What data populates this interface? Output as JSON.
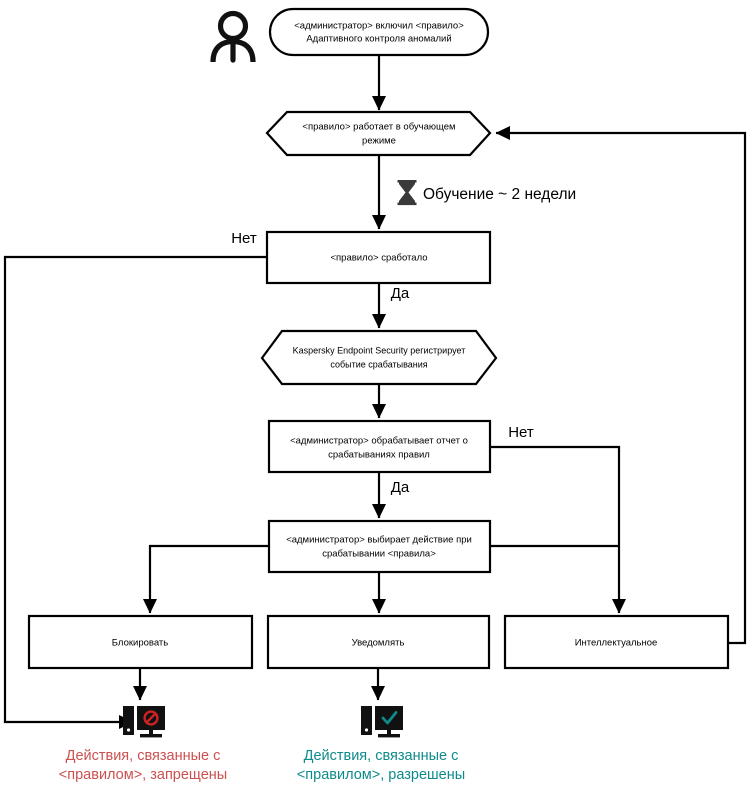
{
  "diagram": {
    "title": "Adaptive Anomaly Control rule workflow",
    "colors": {
      "stroke": "#000000",
      "background": "#ffffff",
      "denied": "#cc5050",
      "allowed": "#0d8b8b"
    },
    "actor": {
      "icon": "person-icon"
    },
    "nodes": {
      "start": {
        "shape": "rounded",
        "line1": "<администратор> включил <правило>",
        "line2": "Адаптивного контроля аномалий"
      },
      "learning_mode": {
        "shape": "hexagon",
        "line1": "<правило>  работает в обучающем",
        "line2": "режиме"
      },
      "rule_triggered": {
        "shape": "rect",
        "line1": "<правило> сработало"
      },
      "kes_registers": {
        "shape": "hexagon",
        "line1": "Kaspersky Endpoint Security регистрирует",
        "line2": "событие срабатывания"
      },
      "admin_processes_report": {
        "shape": "rect",
        "line1": "<администратор> обрабатывает отчет о",
        "line2": "срабатываниях правил"
      },
      "admin_selects_action": {
        "shape": "rect",
        "line1": "<администратор> выбирает действие при",
        "line2": "срабатывании <правила>"
      },
      "block": {
        "shape": "rect",
        "line1": "Блокировать"
      },
      "notify": {
        "shape": "rect",
        "line1": "Уведомлять"
      },
      "smart": {
        "shape": "rect",
        "line1": "Интеллектуальное"
      }
    },
    "edge_labels": {
      "no_from_triggered": "Нет",
      "yes_from_triggered": "Да",
      "no_from_report": "Нет",
      "yes_from_report": "Да"
    },
    "notes": {
      "learning_duration": "Обучение ~ 2 недели",
      "learning_duration_icon": "hourglass-icon"
    },
    "outcomes": {
      "denied": {
        "icon": "monitor-blocked-icon",
        "line1": "Действия, связанные с",
        "line2": "<правилом>, запрещены",
        "color": "#cc5050"
      },
      "allowed": {
        "icon": "monitor-allowed-icon",
        "line1": "Действия, связанные с",
        "line2": "<правилом>, разрешены",
        "color": "#0d8b8b"
      }
    }
  }
}
